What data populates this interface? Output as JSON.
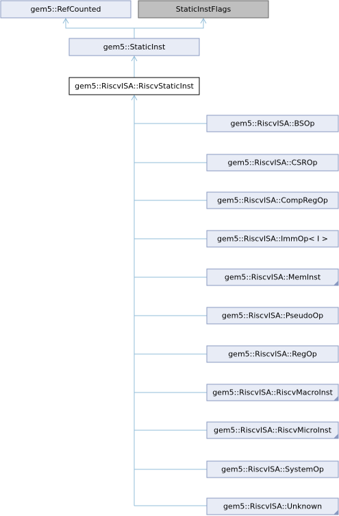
{
  "diagram": {
    "type": "class-inheritance",
    "top_bases": [
      {
        "id": "refcounted",
        "label": "gem5::RefCounted",
        "style": "normal"
      },
      {
        "id": "staticinstflags",
        "label": "StaticInstFlags",
        "style": "gray"
      }
    ],
    "middle": {
      "id": "staticinst",
      "label": "gem5::StaticInst",
      "style": "normal"
    },
    "current": {
      "id": "riscvstaticinst",
      "label": "gem5::RiscvISA::RiscvStaticInst",
      "style": "current"
    },
    "children": [
      {
        "id": "bsop",
        "label": "gem5::RiscvISA::BSOp",
        "truncated": false
      },
      {
        "id": "csrop",
        "label": "gem5::RiscvISA::CSROp",
        "truncated": false
      },
      {
        "id": "compregop",
        "label": "gem5::RiscvISA::CompRegOp",
        "truncated": false
      },
      {
        "id": "immop",
        "label": "gem5::RiscvISA::ImmOp< I >",
        "truncated": false
      },
      {
        "id": "meminst",
        "label": "gem5::RiscvISA::MemInst",
        "truncated": true
      },
      {
        "id": "pseudoop",
        "label": "gem5::RiscvISA::PseudoOp",
        "truncated": false
      },
      {
        "id": "regop",
        "label": "gem5::RiscvISA::RegOp",
        "truncated": false
      },
      {
        "id": "riscvmacroinst",
        "label": "gem5::RiscvISA::RiscvMacroInst",
        "truncated": true
      },
      {
        "id": "riscvmicroinst",
        "label": "gem5::RiscvISA::RiscvMicroInst",
        "truncated": true
      },
      {
        "id": "systemop",
        "label": "gem5::RiscvISA::SystemOp",
        "truncated": false
      },
      {
        "id": "unknown",
        "label": "gem5::RiscvISA::Unknown",
        "truncated": true
      }
    ],
    "colors": {
      "node_fill": "#e8ecf6",
      "node_border": "#8898c0",
      "gray_fill": "#bfbfbf",
      "edge": "#90bcd8"
    }
  }
}
